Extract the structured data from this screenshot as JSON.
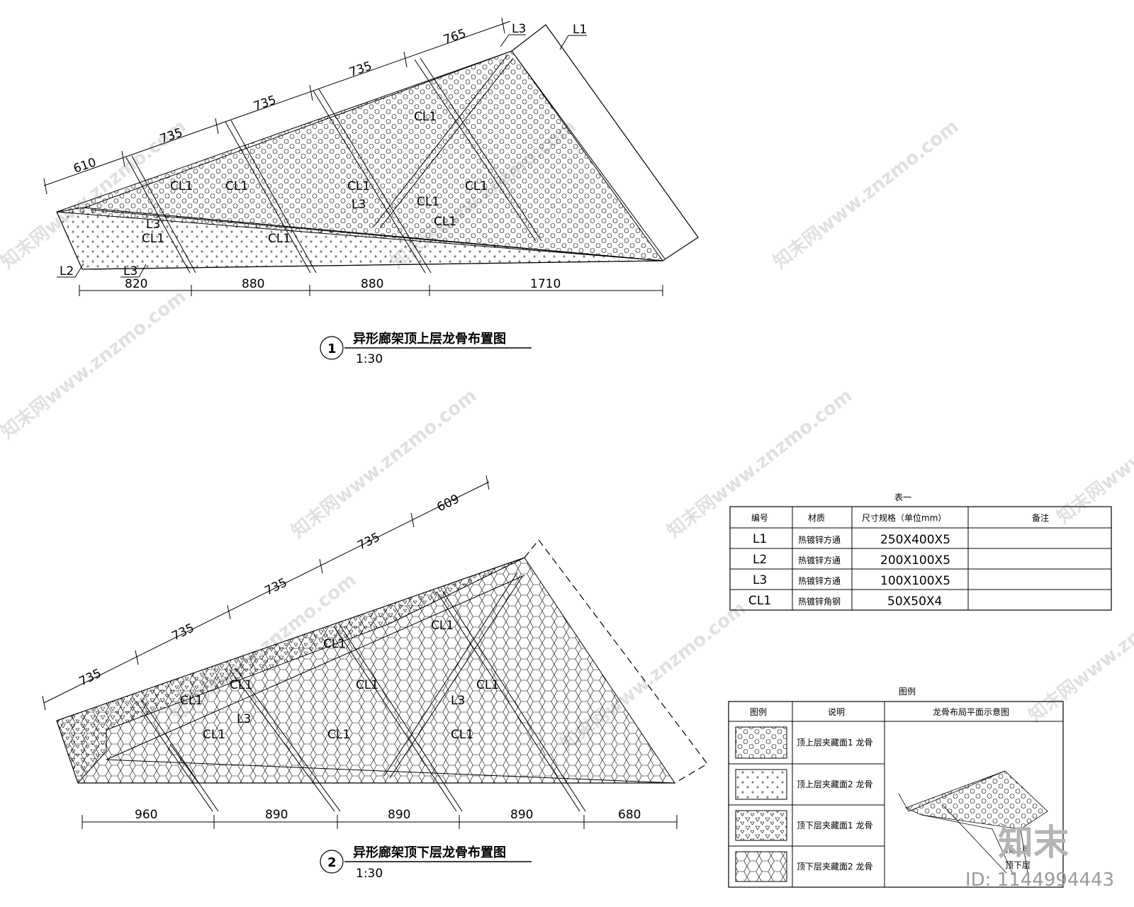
{
  "watermark": {
    "text": "知末网www.znzmo.com"
  },
  "brand": {
    "logo": "知末",
    "id": "ID: 1144994443"
  },
  "drawing1": {
    "number": "1",
    "title": "异形廊架顶上层龙骨布置图",
    "scale": "1:30",
    "top_dims": [
      "610",
      "735",
      "735",
      "735",
      "765"
    ],
    "bottom_dims": [
      "820",
      "880",
      "880",
      "1710"
    ],
    "labels": {
      "L1": "L1",
      "L2": "L2",
      "L3": "L3",
      "CL1": "CL1"
    }
  },
  "drawing2": {
    "number": "2",
    "title": "异形廊架顶下层龙骨布置图",
    "scale": "1:30",
    "top_dims": [
      "735",
      "735",
      "735",
      "735",
      "609"
    ],
    "bottom_dims": [
      "960",
      "890",
      "890",
      "890",
      "680"
    ],
    "labels": {
      "L3": "L3",
      "CL1": "CL1"
    }
  },
  "table1": {
    "caption": "表一",
    "headers": [
      "编号",
      "材质",
      "尺寸规格（单位mm）",
      "备注"
    ],
    "rows": [
      [
        "L1",
        "热镀锌方通",
        "250X400X5",
        ""
      ],
      [
        "L2",
        "热镀锌方通",
        "200X100X5",
        ""
      ],
      [
        "L3",
        "热镀锌方通",
        "100X100X5",
        ""
      ],
      [
        "CL1",
        "热镀锌角钢",
        "50X50X4",
        ""
      ]
    ]
  },
  "legend": {
    "caption": "图例",
    "headers": [
      "图例",
      "说明",
      "龙骨布局平面示意图"
    ],
    "rows": [
      "顶上层夹藏面1 龙骨",
      "顶上层夹藏面2 龙骨",
      "顶下层夹藏面1 龙骨",
      "顶下层夹藏面2 龙骨"
    ],
    "inset_labels": [
      "顶上层",
      "顶下层"
    ]
  }
}
